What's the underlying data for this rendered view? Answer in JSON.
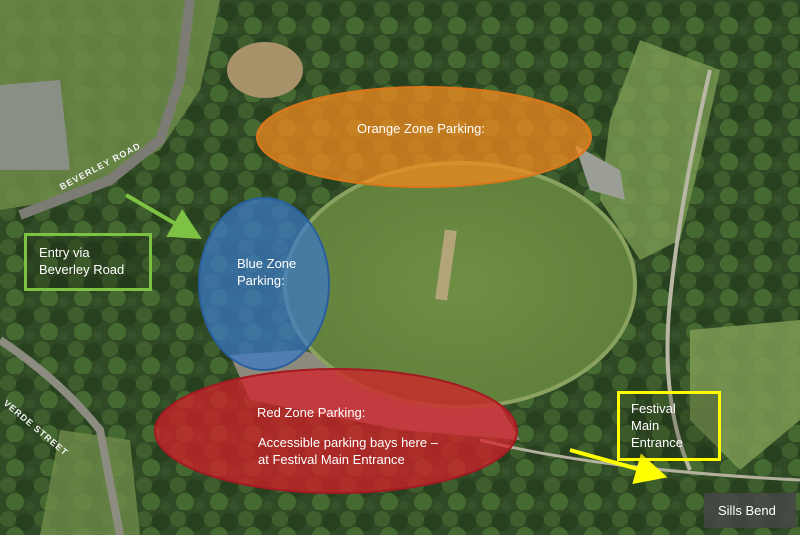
{
  "zones": {
    "orange": {
      "label": "Orange Zone Parking:",
      "color": "#f28a1e"
    },
    "blue": {
      "label": "Blue Zone\nParking:",
      "color": "#3a78c8"
    },
    "red": {
      "label": "Red Zone Parking:",
      "note": "Accessible parking bays here –\nat Festival Main Entrance",
      "color": "#d4202a"
    }
  },
  "callouts": {
    "entry": "Entry via\nBeverley Road",
    "festival_entrance": "Festival\nMain\nEntrance",
    "sills_bend": "Sills Bend"
  },
  "roads": {
    "beverley": "BEVERLEY ROAD",
    "lower": "VERDE STREET"
  },
  "arrows": {
    "entry_color": "#7dc242",
    "festival_color": "#ffff00"
  }
}
